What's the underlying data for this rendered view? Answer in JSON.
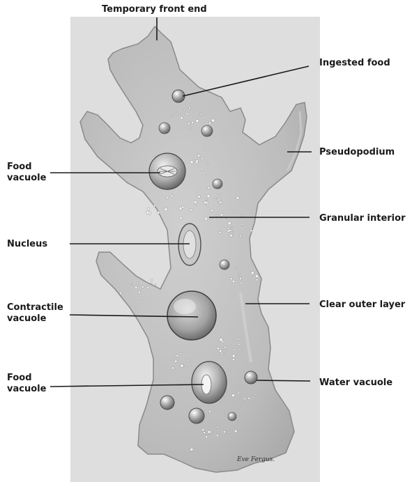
{
  "labels": {
    "temporary_front_end": "Temporary front end",
    "ingested_food": "Ingested food",
    "pseudopodium": "Pseudopodium",
    "granular_interior": "Granular interior",
    "clear_outer_layer": "Clear outer layer",
    "water_vacuole": "Water vacuole",
    "food_vacuole_top": [
      "Food",
      "vacuole"
    ],
    "nucleus": "Nucleus",
    "contractile_vacuole": [
      "Contractile",
      "vacuole"
    ],
    "food_vacuole_bottom": [
      "Food",
      "vacuole"
    ]
  },
  "signature": "Eve Fergus.",
  "colors": {
    "paper": "#dcdcdc",
    "cell_body": "#bdbdbd",
    "cell_outline": "#8a8a8a",
    "ink": "#1a1a1a"
  }
}
